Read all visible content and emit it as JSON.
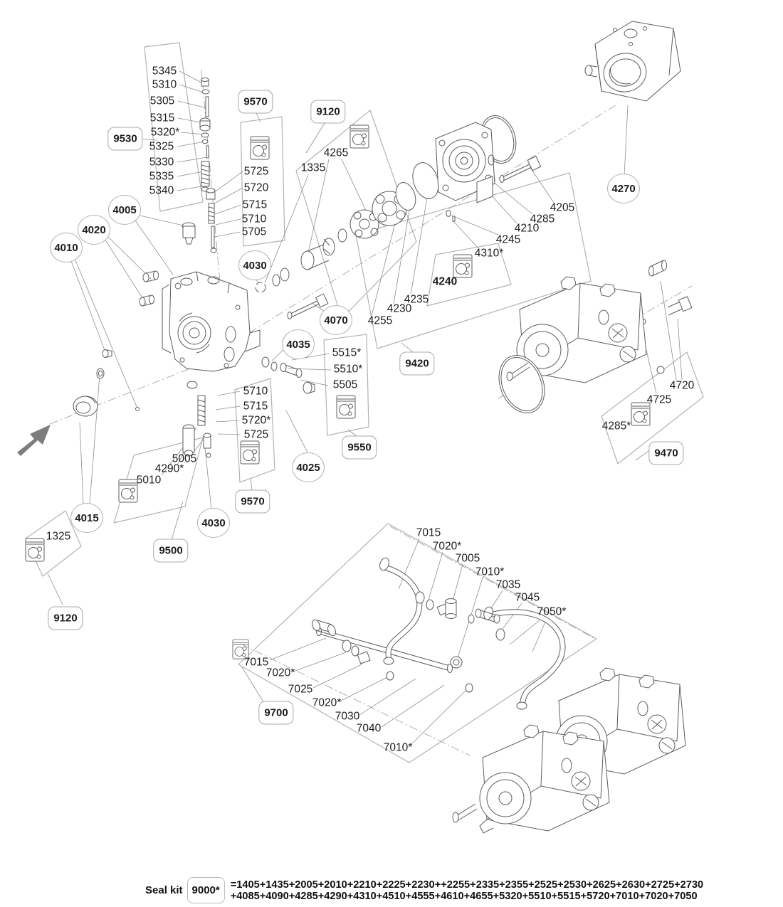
{
  "diagram": {
    "type": "exploded-parts-diagram",
    "title": "Hydraulic pump exploded parts view",
    "colors": {
      "background": "#ffffff",
      "line": "#5c5c5c",
      "group_outline": "#b3b3b3",
      "label_text": "#1c1c1c",
      "arrow_fill": "#7d7d7d"
    },
    "icons": {
      "pump_icon": "seal-kit-pump-icon",
      "direction_arrow": "flow-direction-arrow"
    },
    "labels": [
      {
        "text": "5345",
        "style": "plain"
      },
      {
        "text": "5310",
        "style": "plain"
      },
      {
        "text": "5305",
        "style": "plain"
      },
      {
        "text": "5315",
        "style": "plain"
      },
      {
        "text": "5320*",
        "style": "plain"
      },
      {
        "text": "5325",
        "style": "plain"
      },
      {
        "text": "5330",
        "style": "plain"
      },
      {
        "text": "5335",
        "style": "plain"
      },
      {
        "text": "5340",
        "style": "plain"
      },
      {
        "text": "9530",
        "style": "boxed"
      },
      {
        "text": "9570",
        "style": "boxed"
      },
      {
        "text": "5725",
        "style": "plain"
      },
      {
        "text": "5720",
        "style": "plain"
      },
      {
        "text": "5715",
        "style": "plain"
      },
      {
        "text": "5710",
        "style": "plain"
      },
      {
        "text": "5705",
        "style": "plain"
      },
      {
        "text": "9120",
        "style": "boxed"
      },
      {
        "text": "4265",
        "style": "plain"
      },
      {
        "text": "1335",
        "style": "plain"
      },
      {
        "text": "4270",
        "style": "circled"
      },
      {
        "text": "4205",
        "style": "plain"
      },
      {
        "text": "4285",
        "style": "plain"
      },
      {
        "text": "4210",
        "style": "plain"
      },
      {
        "text": "4245",
        "style": "plain"
      },
      {
        "text": "4310*",
        "style": "plain"
      },
      {
        "text": "4240",
        "style": "bold"
      },
      {
        "text": "4005",
        "style": "circled"
      },
      {
        "text": "4020",
        "style": "circled"
      },
      {
        "text": "4010",
        "style": "circled"
      },
      {
        "text": "4030",
        "style": "circled"
      },
      {
        "text": "4070",
        "style": "circled"
      },
      {
        "text": "4035",
        "style": "circled"
      },
      {
        "text": "4235",
        "style": "plain"
      },
      {
        "text": "4230",
        "style": "plain"
      },
      {
        "text": "4255",
        "style": "plain"
      },
      {
        "text": "9420",
        "style": "boxed"
      },
      {
        "text": "5515*",
        "style": "plain"
      },
      {
        "text": "5510*",
        "style": "plain"
      },
      {
        "text": "5505",
        "style": "plain"
      },
      {
        "text": "5710",
        "style": "plain"
      },
      {
        "text": "5715",
        "style": "plain"
      },
      {
        "text": "5720*",
        "style": "plain"
      },
      {
        "text": "5725",
        "style": "plain"
      },
      {
        "text": "9550",
        "style": "boxed"
      },
      {
        "text": "4025",
        "style": "circled"
      },
      {
        "text": "9570",
        "style": "boxed"
      },
      {
        "text": "4030",
        "style": "circled"
      },
      {
        "text": "9500",
        "style": "boxed"
      },
      {
        "text": "5005",
        "style": "plain"
      },
      {
        "text": "4290*",
        "style": "plain"
      },
      {
        "text": "5010",
        "style": "plain"
      },
      {
        "text": "4015",
        "style": "circled"
      },
      {
        "text": "1325",
        "style": "plain"
      },
      {
        "text": "9120",
        "style": "boxed"
      },
      {
        "text": "4720",
        "style": "plain"
      },
      {
        "text": "4725",
        "style": "plain"
      },
      {
        "text": "4285*",
        "style": "plain"
      },
      {
        "text": "9470",
        "style": "boxed"
      },
      {
        "text": "7015",
        "style": "plain"
      },
      {
        "text": "7020*",
        "style": "plain"
      },
      {
        "text": "7005",
        "style": "plain"
      },
      {
        "text": "7010*",
        "style": "plain"
      },
      {
        "text": "7035",
        "style": "plain"
      },
      {
        "text": "7045",
        "style": "plain"
      },
      {
        "text": "7050*",
        "style": "plain"
      },
      {
        "text": "7015",
        "style": "plain"
      },
      {
        "text": "7020*",
        "style": "plain"
      },
      {
        "text": "7025",
        "style": "plain"
      },
      {
        "text": "7020*",
        "style": "plain"
      },
      {
        "text": "7030",
        "style": "plain"
      },
      {
        "text": "7040",
        "style": "plain"
      },
      {
        "text": "7010*",
        "style": "plain"
      },
      {
        "text": "9700",
        "style": "boxed"
      }
    ],
    "seal_kit": {
      "prefix": "Seal kit",
      "kit_number": "9000*",
      "line1": "=1405+1435+2005+2010+2210+2225+2230++2255+2335+2355+2525+2530+2625+2630+2725+2730",
      "line2": "+4085+4090+4285+4290+4310+4510+4555+4610+4655+5320+5510+5515+5720+7010+7020+7050"
    }
  }
}
